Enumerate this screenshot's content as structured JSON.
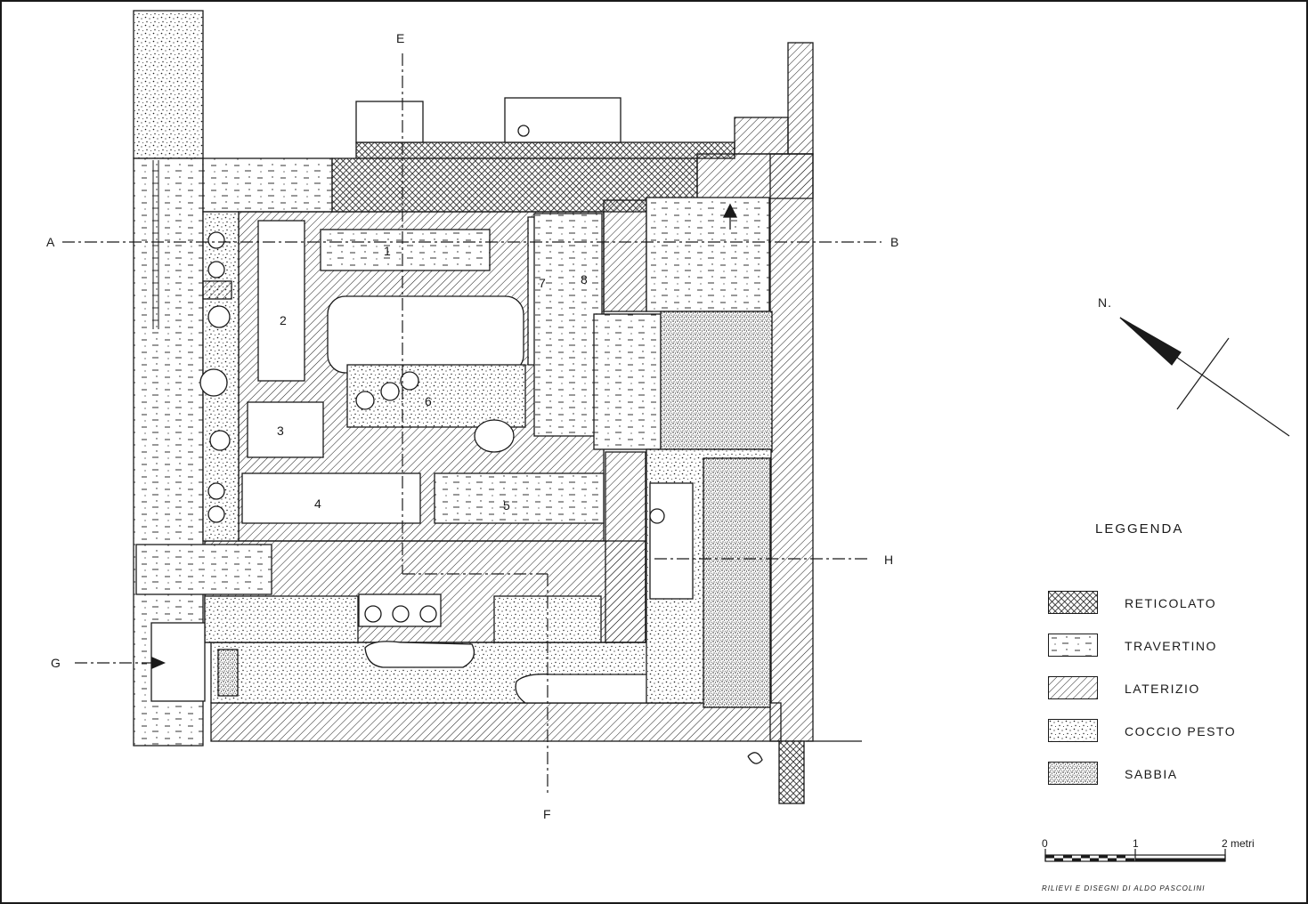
{
  "section_markers": {
    "a": "A",
    "b": "B",
    "e": "E",
    "f": "F",
    "g": "G",
    "h": "H"
  },
  "room_numbers": [
    "1",
    "2",
    "3",
    "4",
    "5",
    "6",
    "7",
    "8"
  ],
  "north_label": "N.",
  "legend": {
    "title": "LEGGENDA",
    "items": [
      {
        "label": "RETICOLATO",
        "pattern": "reticolato"
      },
      {
        "label": "TRAVERTINO",
        "pattern": "travertino"
      },
      {
        "label": "LATERIZIO",
        "pattern": "laterizio"
      },
      {
        "label": "COCCIO PESTO",
        "pattern": "coccio"
      },
      {
        "label": "SABBIA",
        "pattern": "sabbia"
      }
    ]
  },
  "scale_bar": {
    "ticks": [
      "0",
      "1",
      "2 metri"
    ]
  },
  "credit": "RILIEVI E DISEGNI DI ALDO PASCOLINI",
  "colors": {
    "ink": "#1a1a1a",
    "paper": "#ffffff"
  }
}
